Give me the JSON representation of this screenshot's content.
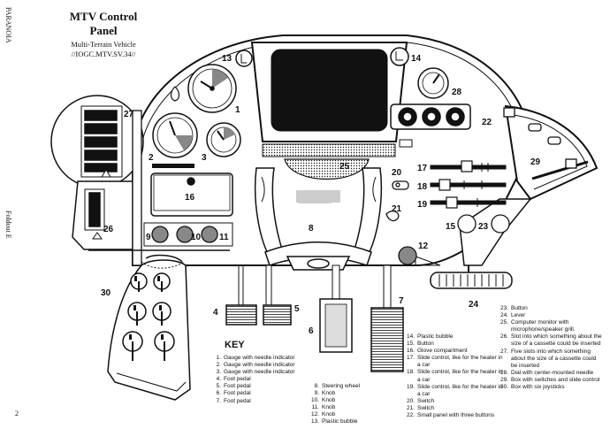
{
  "header": {
    "side_label": "PARANOIA",
    "title": "MTV Control Panel",
    "subtitle": "Multi-Terrain Vehicle",
    "code": "//IOGC.MTV.SV.34//"
  },
  "margin": {
    "foldout": "Foldout E",
    "page_number": "2"
  },
  "callouts": [
    "1",
    "2",
    "3",
    "4",
    "5",
    "6",
    "7",
    "8",
    "9",
    "10",
    "11",
    "12",
    "13",
    "14",
    "15",
    "16",
    "17",
    "18",
    "19",
    "20",
    "21",
    "22",
    "23",
    "24",
    "25",
    "26",
    "27",
    "28",
    "29",
    "30"
  ],
  "key": {
    "title": "KEY",
    "col1": [
      {
        "n": "1.",
        "t": "Gauge with needle indicator"
      },
      {
        "n": "2.",
        "t": "Gauge with needle indicator"
      },
      {
        "n": "3.",
        "t": "Gauge with needle indicator"
      },
      {
        "n": "4.",
        "t": "Foot pedal"
      },
      {
        "n": "5.",
        "t": "Foot pedal"
      },
      {
        "n": "6.",
        "t": "Foot pedal"
      },
      {
        "n": "7.",
        "t": "Foot pedal"
      }
    ],
    "col2": [
      {
        "n": "8.",
        "t": "Steering wheel"
      },
      {
        "n": "9.",
        "t": "Knob"
      },
      {
        "n": "10.",
        "t": "Knob"
      },
      {
        "n": "11.",
        "t": "Knob"
      },
      {
        "n": "12.",
        "t": "Knob"
      },
      {
        "n": "13.",
        "t": "Plastic bubble"
      }
    ],
    "col3": [
      {
        "n": "14.",
        "t": "Plastic bubble"
      },
      {
        "n": "15.",
        "t": "Button"
      },
      {
        "n": "16.",
        "t": "Glove compartment"
      },
      {
        "n": "17.",
        "t": "Slide control, like for the heater in a car"
      },
      {
        "n": "18.",
        "t": "Slide control, like for the heater in a car"
      },
      {
        "n": "19.",
        "t": "Slide control, like for the heater in a car"
      },
      {
        "n": "20.",
        "t": "Switch"
      },
      {
        "n": "21.",
        "t": "Switch"
      },
      {
        "n": "22.",
        "t": "Small panel with three buttons"
      }
    ],
    "col4": [
      {
        "n": "23.",
        "t": "Button"
      },
      {
        "n": "24.",
        "t": "Lever"
      },
      {
        "n": "25.",
        "t": "Computer monitor with microphone/speaker grill."
      },
      {
        "n": "26.",
        "t": "Slot into which something about the size of a cassette could be inserted"
      },
      {
        "n": "27.",
        "t": "Five slots into which something about the size of a cassette could be inserted"
      },
      {
        "n": "28.",
        "t": "Dial with center-mounted needle"
      },
      {
        "n": "29.",
        "t": "Box with switches and slide control"
      },
      {
        "n": "30.",
        "t": "Box with six joysticks"
      }
    ]
  }
}
